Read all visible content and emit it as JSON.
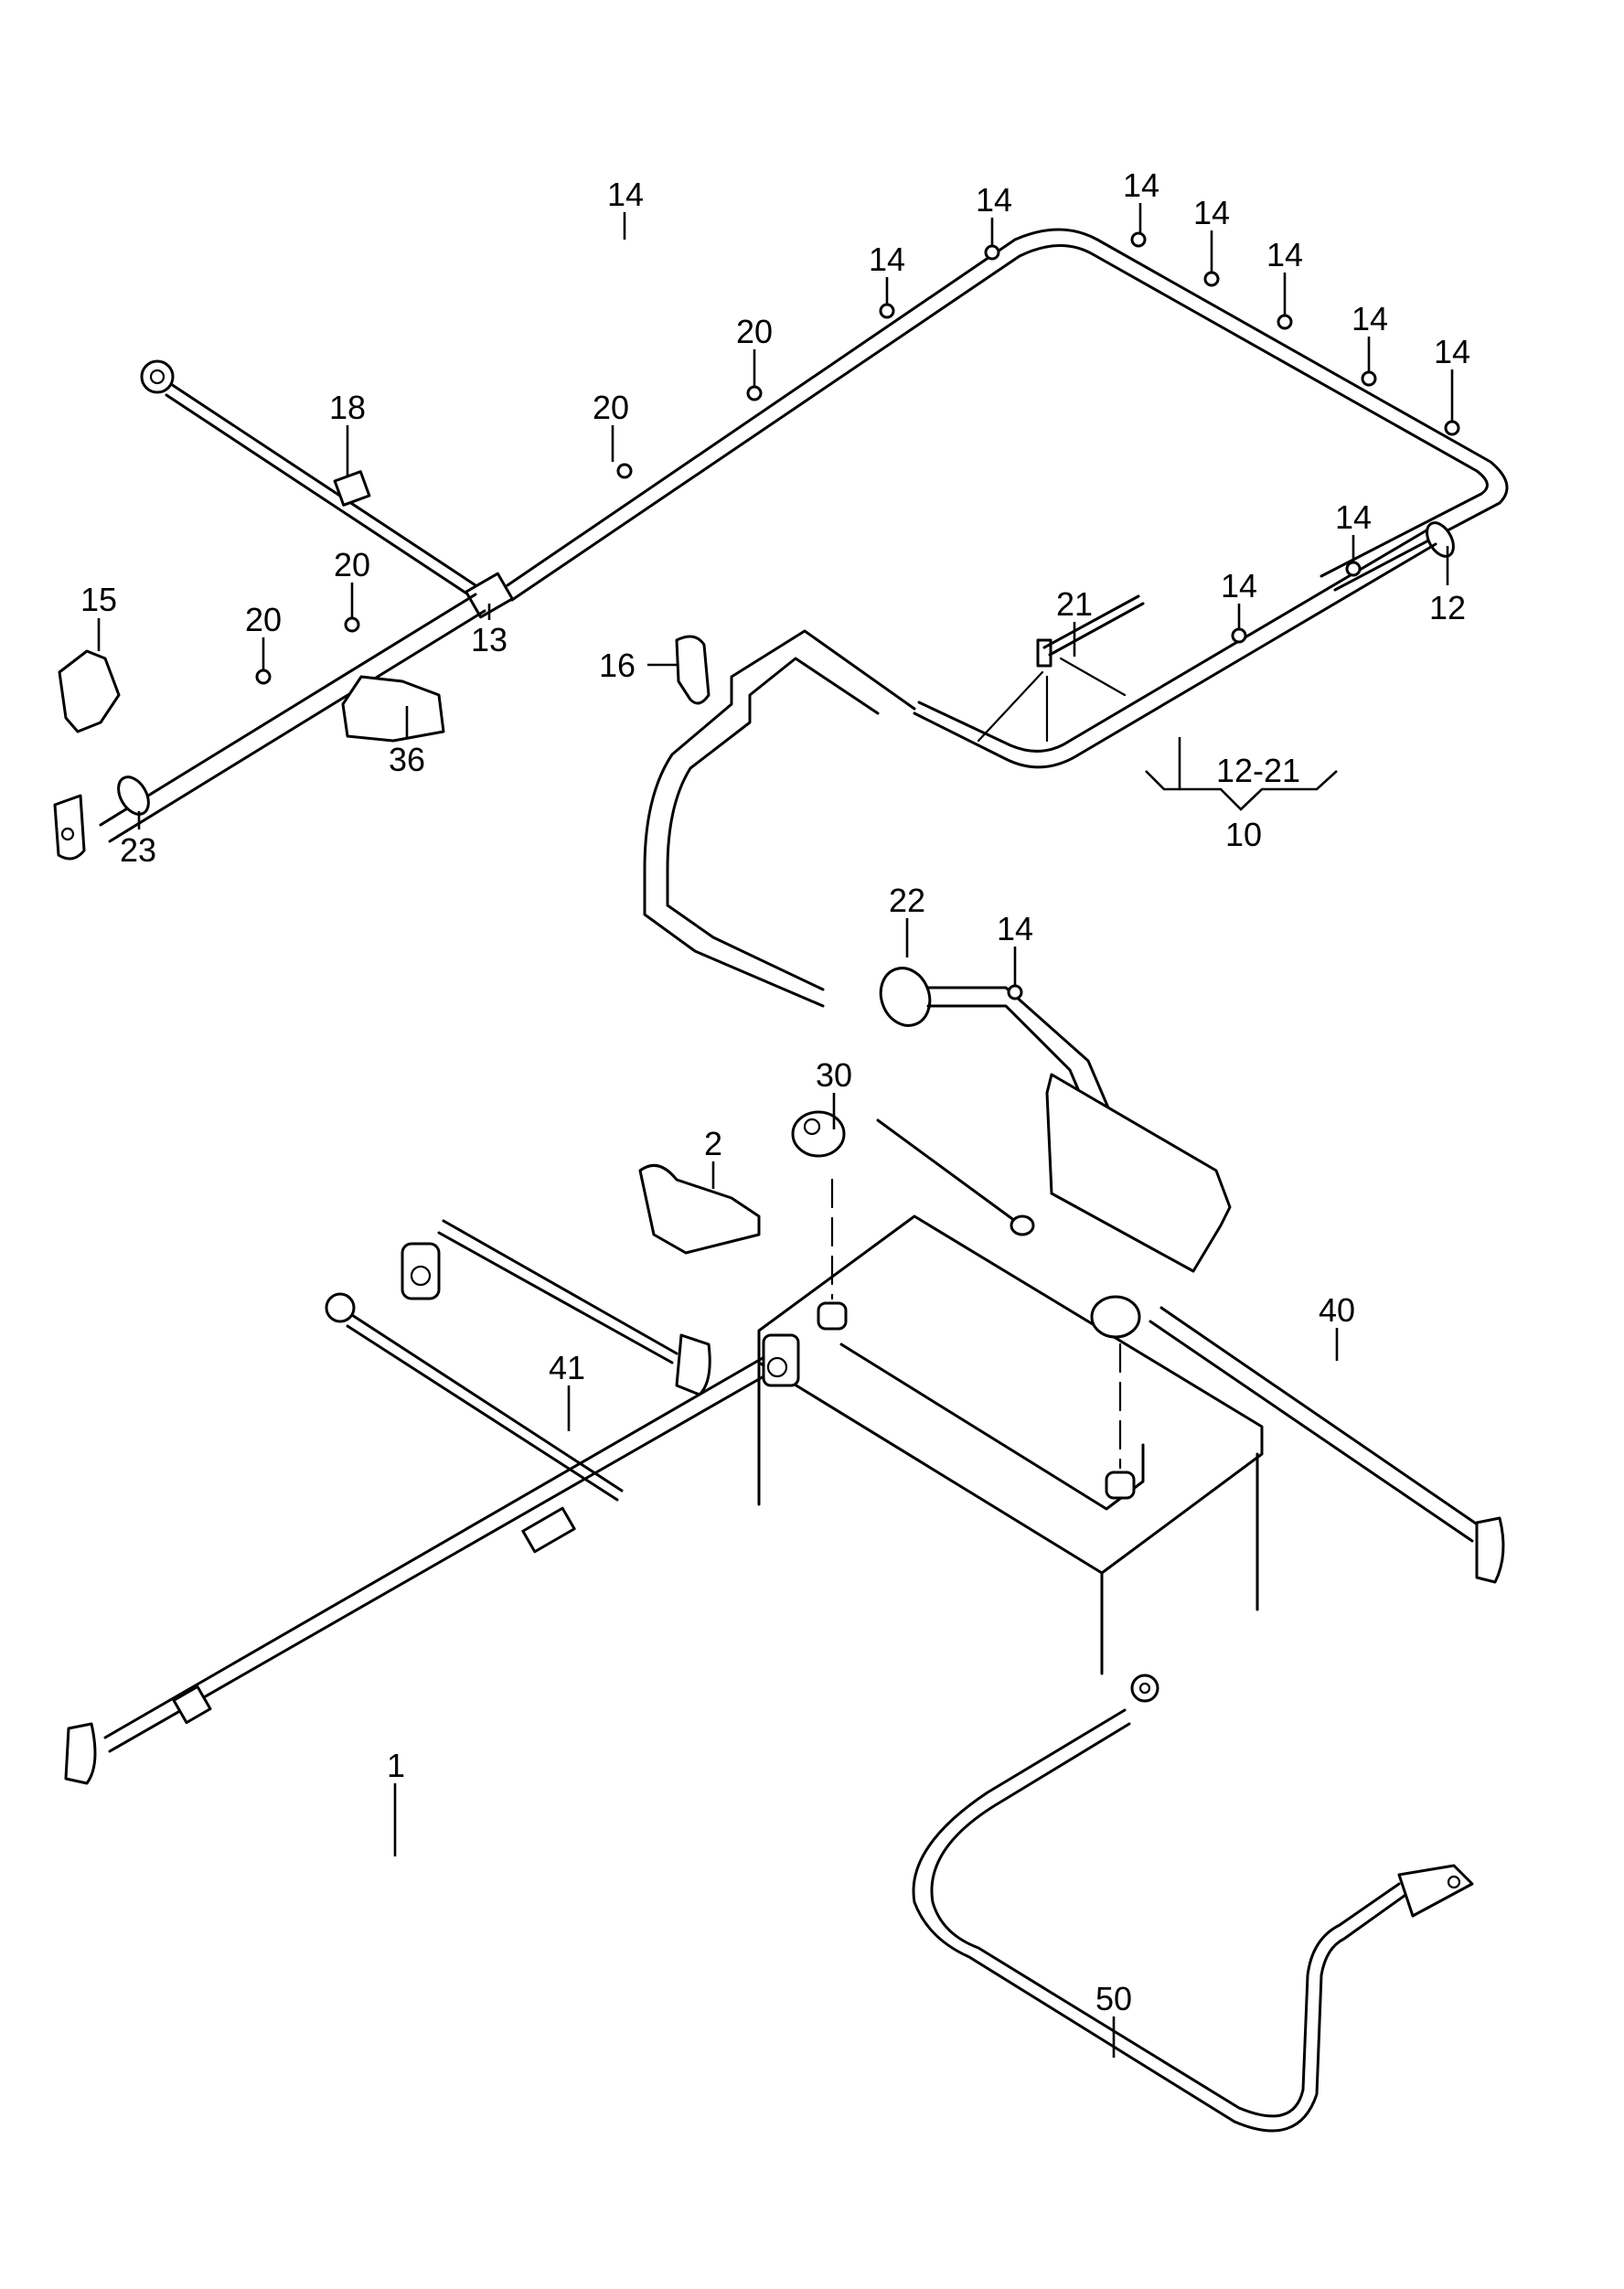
{
  "diagram": {
    "type": "exploded parts diagram",
    "subject": "battery cable harness and battery terminals",
    "callouts": [
      {
        "id": "c14a",
        "label": "14"
      },
      {
        "id": "c14b",
        "label": "14"
      },
      {
        "id": "c14c",
        "label": "14"
      },
      {
        "id": "c14d",
        "label": "14"
      },
      {
        "id": "c14e",
        "label": "14"
      },
      {
        "id": "c14f",
        "label": "14"
      },
      {
        "id": "c14g",
        "label": "14"
      },
      {
        "id": "c14h",
        "label": "14"
      },
      {
        "id": "c14i",
        "label": "14"
      },
      {
        "id": "c14j",
        "label": "14"
      },
      {
        "id": "c14k",
        "label": "14"
      },
      {
        "id": "c20a",
        "label": "20"
      },
      {
        "id": "c20b",
        "label": "20"
      },
      {
        "id": "c20c",
        "label": "20"
      },
      {
        "id": "c20d",
        "label": "20"
      },
      {
        "id": "c18",
        "label": "18"
      },
      {
        "id": "c13",
        "label": "13"
      },
      {
        "id": "c15",
        "label": "15"
      },
      {
        "id": "c36",
        "label": "36"
      },
      {
        "id": "c23",
        "label": "23"
      },
      {
        "id": "c16",
        "label": "16"
      },
      {
        "id": "c21",
        "label": "21"
      },
      {
        "id": "c12",
        "label": "12"
      },
      {
        "id": "c22",
        "label": "22"
      },
      {
        "id": "c30",
        "label": "30"
      },
      {
        "id": "c2",
        "label": "2"
      },
      {
        "id": "c40",
        "label": "40"
      },
      {
        "id": "c41",
        "label": "41"
      },
      {
        "id": "c1",
        "label": "1"
      },
      {
        "id": "c50",
        "label": "50"
      }
    ],
    "group_bracket": {
      "range_label": "12-21",
      "assembly_label": "10"
    }
  }
}
